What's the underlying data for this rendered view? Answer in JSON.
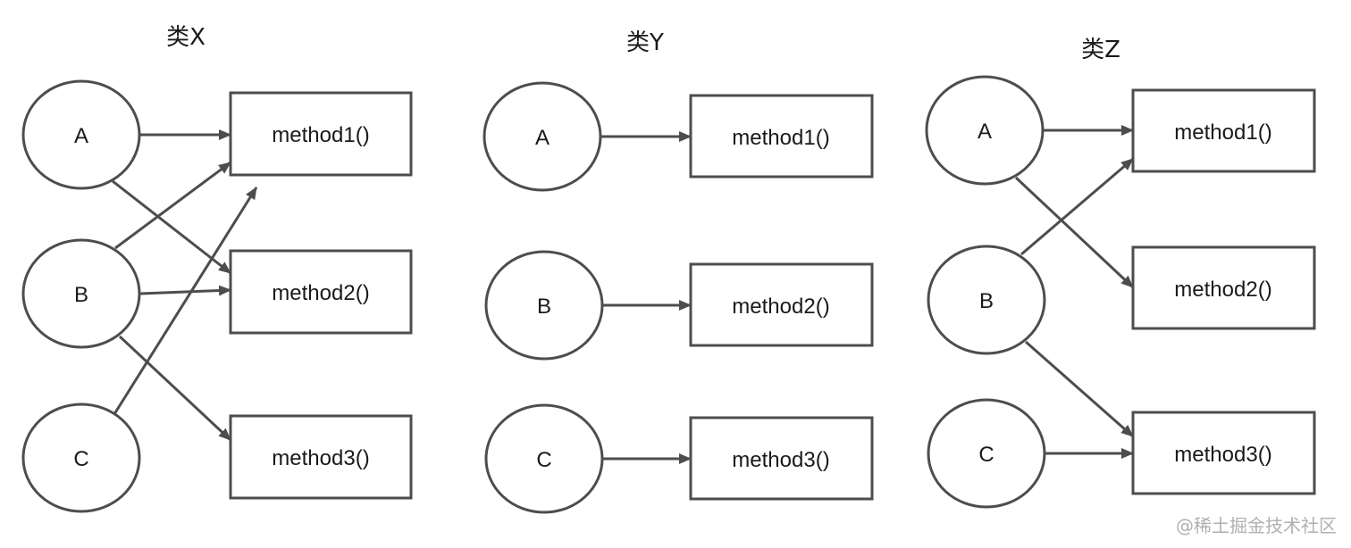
{
  "panels": [
    {
      "id": "x",
      "title": "类X",
      "sources": [
        {
          "id": "A",
          "label": "A"
        },
        {
          "id": "B",
          "label": "B"
        },
        {
          "id": "C",
          "label": "C"
        }
      ],
      "targets": [
        {
          "id": "m1",
          "label": "method1()"
        },
        {
          "id": "m2",
          "label": "method2()"
        },
        {
          "id": "m3",
          "label": "method3()"
        }
      ],
      "edges": [
        {
          "from": "A",
          "to": "m1"
        },
        {
          "from": "A",
          "to": "m2"
        },
        {
          "from": "B",
          "to": "m1"
        },
        {
          "from": "B",
          "to": "m2"
        },
        {
          "from": "B",
          "to": "m3"
        },
        {
          "from": "C",
          "to": "m1"
        }
      ]
    },
    {
      "id": "y",
      "title": "类Y",
      "sources": [
        {
          "id": "A",
          "label": "A"
        },
        {
          "id": "B",
          "label": "B"
        },
        {
          "id": "C",
          "label": "C"
        }
      ],
      "targets": [
        {
          "id": "m1",
          "label": "method1()"
        },
        {
          "id": "m2",
          "label": "method2()"
        },
        {
          "id": "m3",
          "label": "method3()"
        }
      ],
      "edges": [
        {
          "from": "A",
          "to": "m1"
        },
        {
          "from": "B",
          "to": "m2"
        },
        {
          "from": "C",
          "to": "m3"
        }
      ]
    },
    {
      "id": "z",
      "title": "类Z",
      "sources": [
        {
          "id": "A",
          "label": "A"
        },
        {
          "id": "B",
          "label": "B"
        },
        {
          "id": "C",
          "label": "C"
        }
      ],
      "targets": [
        {
          "id": "m1",
          "label": "method1()"
        },
        {
          "id": "m2",
          "label": "method2()"
        },
        {
          "id": "m3",
          "label": "method3()"
        }
      ],
      "edges": [
        {
          "from": "A",
          "to": "m1"
        },
        {
          "from": "A",
          "to": "m2"
        },
        {
          "from": "B",
          "to": "m1"
        },
        {
          "from": "B",
          "to": "m3"
        },
        {
          "from": "C",
          "to": "m3"
        }
      ]
    }
  ],
  "watermark": "@稀土掘金技术社区",
  "colors": {
    "stroke": "#4d4d4d",
    "text": "#1a1a1a",
    "watermark": "#b0b0b0"
  }
}
